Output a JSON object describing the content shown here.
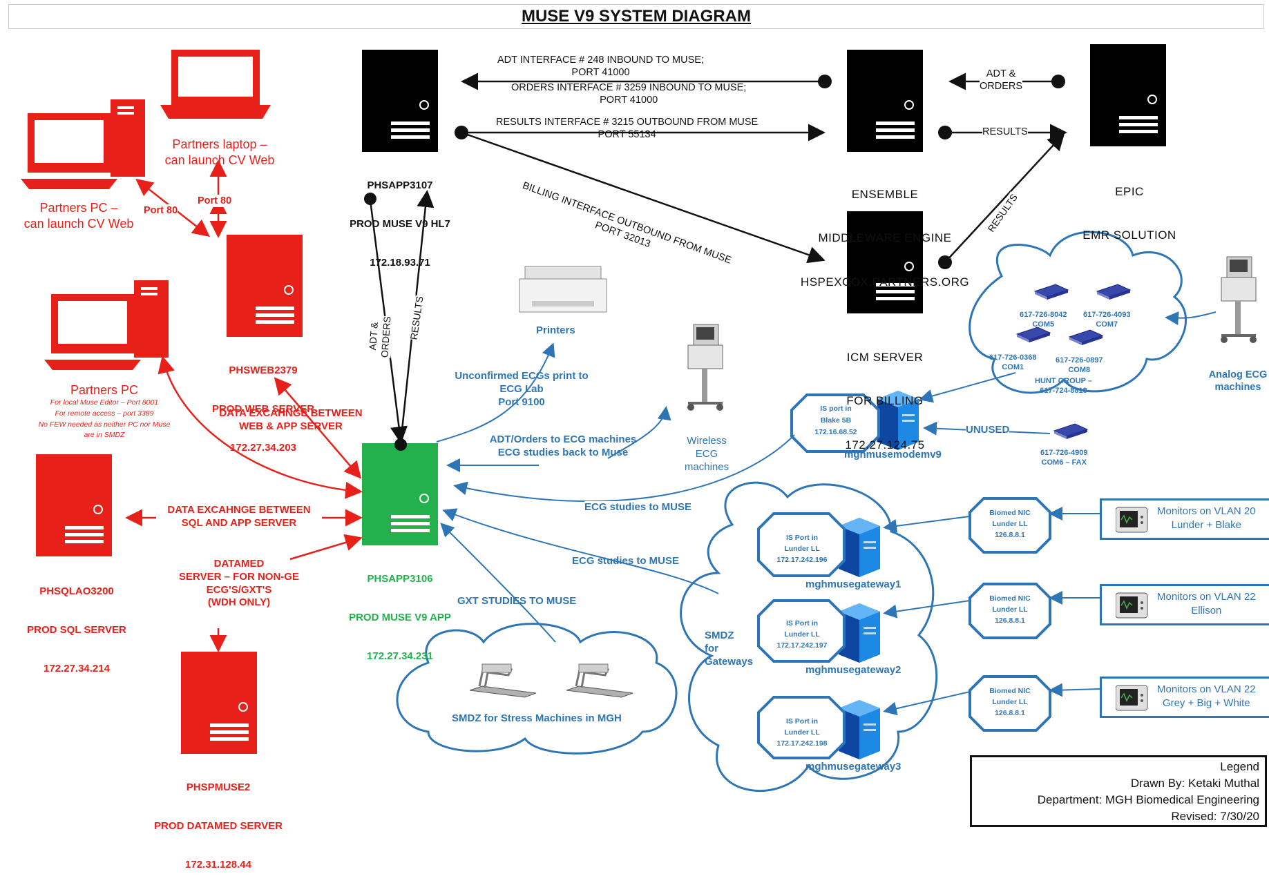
{
  "title": "MUSE V9 SYSTEM DIAGRAM",
  "servers": {
    "hl7": {
      "name": "PHSAPP3107",
      "role": "PROD MUSE V9 HL7",
      "ip": "172.18.93.71"
    },
    "app": {
      "name": "PHSAPP3106",
      "role": "PROD MUSE V9 APP",
      "ip": "172.27.34.231"
    },
    "web": {
      "name": "PHSWEB2379",
      "role": "PROD WEB SERVER",
      "ip": "172.27.34.203"
    },
    "sql": {
      "name": "PHSQLAO3200",
      "role": "PROD SQL SERVER",
      "ip": "172.27.34.214"
    },
    "datamed": {
      "name": "PHSPMUSE2",
      "role": "PROD DATAMED SERVER",
      "ip": "172.31.128.44"
    },
    "ensemble": {
      "line1": "ENSEMBLE",
      "line2": "MIDDLEWARE ENGINE",
      "line3": "HSPEXCOX.PARTNERS.ORG"
    },
    "icm": {
      "line1": "ICM SERVER",
      "line2": "FOR BILLING",
      "line3": "172.27.124.75"
    },
    "epic": {
      "line1": "EPIC",
      "line2": "EMR SOLUTION"
    }
  },
  "clients": {
    "laptop": "Partners laptop –\ncan launch CV Web",
    "pc1": "Partners PC –\ncan launch CV Web",
    "pc2_title": "Partners PC",
    "pc2_notes": "For local Muse Editor – Port 8001\nFor remote access – port 3389\nNo FEW needed as neither PC nor Muse\nare in SMDZ",
    "port80a": "Port 80",
    "port80b": "Port 80"
  },
  "interfaces": {
    "adt": "ADT INTERFACE # 248 INBOUND TO MUSE;\nPORT 41000",
    "orders": "ORDERS INTERFACE # 3259 INBOUND TO MUSE;\nPORT 41000",
    "results": "RESULTS INTERFACE # 3215 OUTBOUND FROM MUSE\nPORT 55134",
    "billing": "BILLING INTERFACE OUTBOUND FROM MUSE\nPORT 32013",
    "adt_orders_epic": "ADT &\nORDERS",
    "results_epic": "RESULTS",
    "results_icm": "RESULTS",
    "adt_orders_vert": "ADT &\nORDERS",
    "results_vert": "RESULTS"
  },
  "red_labels": {
    "web_app": "DATA EXCAHNGE BETWEEN\nWEB & APP SERVER",
    "sql_app": "DATA EXCAHNGE BETWEEN\nSQL AND APP SERVER",
    "datamed": "DATAMED\nSERVER – FOR NON-GE\nECG'S/GXT'S\n(WDH ONLY)"
  },
  "blue_labels": {
    "printers": "Printers",
    "unconfirmed": "Unconfirmed ECGs print to\nECG Lab\nPort 9100",
    "adt_orders_ecg": "ADT/Orders to ECG machines\nECG studies back to Muse",
    "wireless": "Wireless\nECG\nmachines",
    "ecg_to_muse_1": "ECG studies to MUSE",
    "ecg_to_muse_2": "ECG studies to MUSE",
    "gxt": "GXT STUDIES TO MUSE",
    "stress": "SMDZ for Stress Machines in MGH",
    "smdz_gateways": "SMDZ\nfor\nGateways",
    "analog": "Analog ECG\nmachines",
    "unused": "UNUSED",
    "modem": "mghmusemodemv9",
    "modem_port": "IS port in\nBlake 5B\n172.16.68.52",
    "com5": "617-726-8042\nCOM5",
    "com7": "617-726-4093\nCOM7",
    "com1": "617-726-0368\nCOM1",
    "com8": "617-726-0897\nCOM8",
    "hunt": "HUNT GROUP –\n617-724-8818",
    "com6": "617-726-4909\nCOM6 – FAX"
  },
  "gateways": [
    {
      "name": "mghmusegateway1",
      "port": "IS Port in\nLunder LL\n172.17.242.196"
    },
    {
      "name": "mghmusegateway2",
      "port": "IS Port in\nLunder LL\n172.17.242.197"
    },
    {
      "name": "mghmusegateway3",
      "port": "IS Port in\nLunder LL\n172.17.242.198"
    }
  ],
  "nics": [
    "Biomed NIC\nLunder LL\n126.8.8.1",
    "Biomed NIC\nLunder LL\n126.8.8.1",
    "Biomed NIC\nLunder LL\n126.8.8.1"
  ],
  "vlans": [
    "Monitors on VLAN 20\nLunder + Blake",
    "Monitors on VLAN 22\nEllison",
    "Monitors on VLAN 22\nGrey + Big + White"
  ],
  "legend": {
    "title": "Legend",
    "drawn": "Drawn By: Ketaki Muthal",
    "dept": "Department: MGH Biomedical Engineering",
    "revised": "Revised: 7/30/20"
  },
  "colors": {
    "red": "#e8201a",
    "blue": "#2e75b6",
    "green": "#22b14c",
    "black": "#111111"
  }
}
